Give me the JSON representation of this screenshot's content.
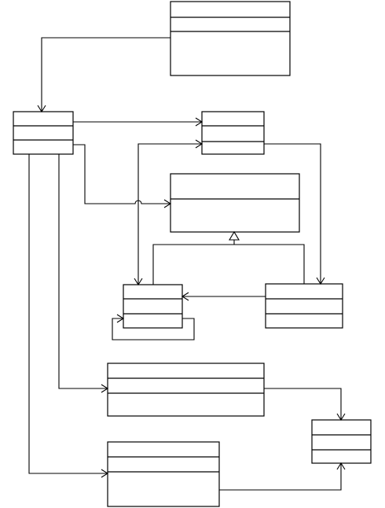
{
  "diagram": {
    "type": "uml-class-diagram",
    "colors": {
      "line": "#000000",
      "background": "#ffffff"
    },
    "classes": [
      {
        "id": "class-top",
        "compartments": 3
      },
      {
        "id": "class-left",
        "compartments": 3
      },
      {
        "id": "class-upper-middle",
        "compartments": 3
      },
      {
        "id": "class-abstract-middle",
        "compartments": 2
      },
      {
        "id": "class-child-left",
        "compartments": 3
      },
      {
        "id": "class-child-right",
        "compartments": 3
      },
      {
        "id": "class-lower-wide",
        "compartments": 3
      },
      {
        "id": "class-bottom",
        "compartments": 3
      },
      {
        "id": "class-right-lower",
        "compartments": 3
      }
    ],
    "relations": [
      {
        "from": "class-top",
        "to": "class-left",
        "kind": "association"
      },
      {
        "from": "class-left",
        "to": "class-upper-middle",
        "kind": "association"
      },
      {
        "from": "class-left",
        "to": "class-abstract-middle",
        "kind": "association"
      },
      {
        "from": "class-left",
        "to": "class-lower-wide",
        "kind": "association"
      },
      {
        "from": "class-left",
        "to": "class-bottom",
        "kind": "association"
      },
      {
        "from": "class-upper-middle",
        "to": "class-child-right",
        "kind": "association"
      },
      {
        "from": "class-child-left",
        "to": "class-upper-middle",
        "kind": "association"
      },
      {
        "from": "class-child-right",
        "to": "class-child-left",
        "kind": "association"
      },
      {
        "from": "class-child-left",
        "to": "class-child-left",
        "kind": "self-association"
      },
      {
        "from": "class-child-left",
        "to": "class-abstract-middle",
        "kind": "generalization"
      },
      {
        "from": "class-child-right",
        "to": "class-abstract-middle",
        "kind": "generalization"
      },
      {
        "from": "class-lower-wide",
        "to": "class-right-lower",
        "kind": "association"
      },
      {
        "from": "class-bottom",
        "to": "class-right-lower",
        "kind": "association"
      }
    ]
  }
}
